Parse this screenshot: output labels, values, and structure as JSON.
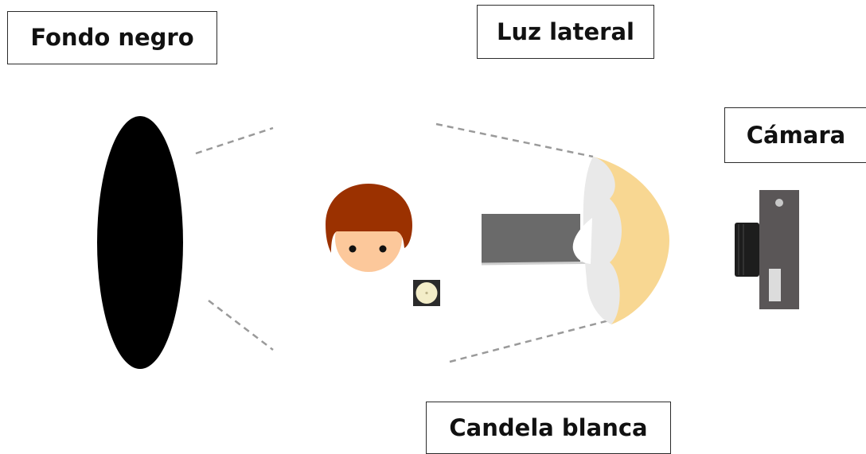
{
  "labels": {
    "fondo": "Fondo negro",
    "luz": "Luz lateral",
    "camara": "Cámara",
    "candela": "Candela blanca"
  },
  "colors": {
    "backdrop": "#000000",
    "hair": "#9b3100",
    "skin": "#fcc89b",
    "softbox_shell": "#f8d792",
    "softbox_diffuser": "#e9e9e9",
    "light_body": "#6a6a6a",
    "camera_body": "#5a5657",
    "camera_lens": "#1d1d1d",
    "candle_bg": "#2b2b2b",
    "candle": "#f3edc8",
    "dashed_line": "#9a9a9a"
  }
}
